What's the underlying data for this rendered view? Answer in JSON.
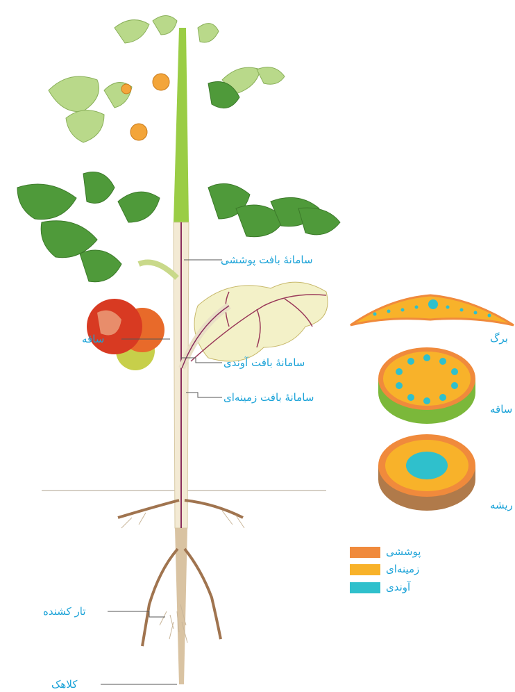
{
  "labels": {
    "dermal_system": "سامانهٔ بافت پوششی",
    "stem": "ساقه",
    "vascular_system": "سامانهٔ بافت آوندی",
    "ground_system": "سامانهٔ بافت زمینه‌ای",
    "root_hair": "تار کشنده",
    "root_cap": "کلاهک"
  },
  "cross_sections": {
    "leaf": "برگ",
    "stem": "ساقه",
    "root": "ریشه"
  },
  "legend": [
    {
      "label": "پوششی",
      "color": "#f08a3c"
    },
    {
      "label": "زمینه‌ای",
      "color": "#f8b22a"
    },
    {
      "label": "آوندی",
      "color": "#2fc0cc"
    }
  ],
  "colors": {
    "label_text": "#1ca3d8",
    "leader_line": "#555555",
    "dermal": "#f08a3c",
    "ground": "#f8b22a",
    "vascular": "#2fc0cc",
    "stem_green": "#8cc63f",
    "leaf_green": "#4f9a3a",
    "root_brown": "#a0744f",
    "tomato_red": "#d83a22"
  }
}
